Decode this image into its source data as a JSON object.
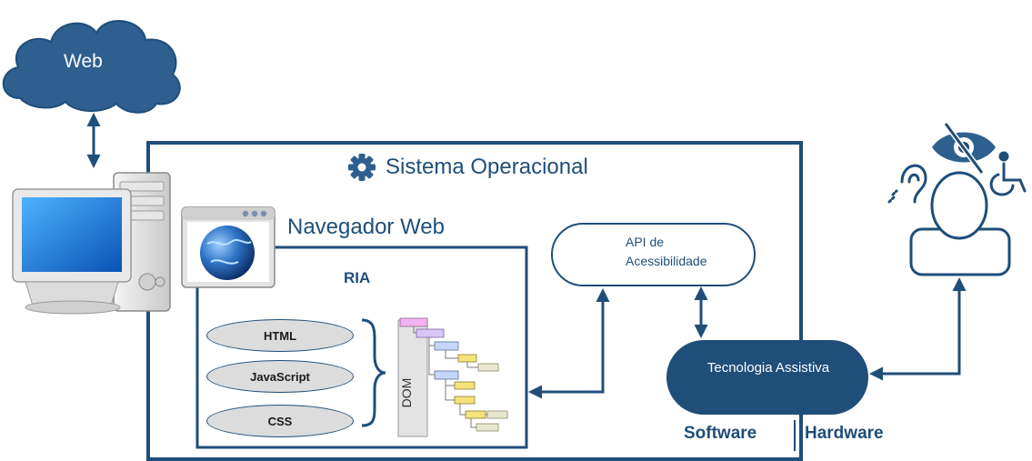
{
  "web": {
    "label": "Web"
  },
  "os": {
    "title": "Sistema Operacional"
  },
  "browser": {
    "title": "Navegador Web"
  },
  "ria": {
    "title": "RIA",
    "technologies": [
      "HTML",
      "JavaScript",
      "CSS"
    ],
    "dom_label": "DOM"
  },
  "api": {
    "line1": "API de",
    "line2": "Acessibilidade"
  },
  "assistive": {
    "label": "Tecnologia Assistiva"
  },
  "layers": {
    "software": "Software",
    "hardware": "Hardware"
  },
  "colors": {
    "primary": "#1f4e79",
    "cloud": "#2e5f8f",
    "pill_fill": "#dcdcdc"
  },
  "icons": [
    "cloud",
    "computer",
    "gear",
    "browser-globe",
    "tools",
    "hearing",
    "eye-slash",
    "wheelchair",
    "user"
  ]
}
